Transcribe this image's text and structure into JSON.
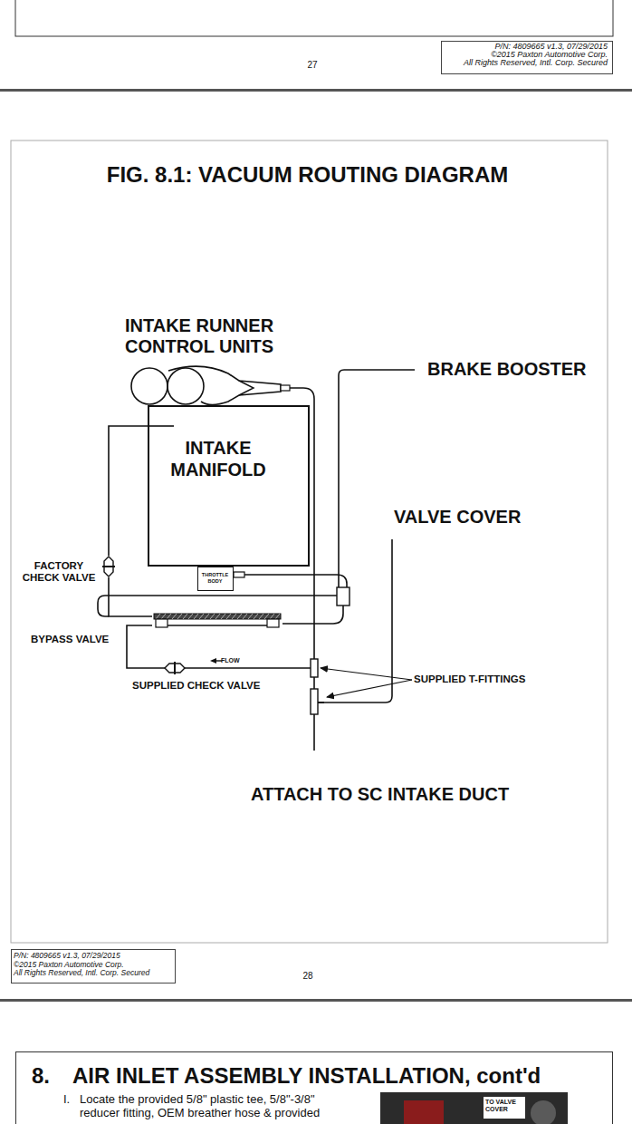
{
  "diagram": {
    "title": "FIG. 8.1: VACUUM ROUTING DIAGRAM",
    "nodes": [
      {
        "text": [
          "P/N: 4809665 v1.3, 07/29/2015",
          "©2015 Paxton Automotive Corp.",
          "All Rights Reserved, Intl. Corp. Secured"
        ]
      },
      {
        "text": [
          "INTAKE RUNNER CONTROL UNITS"
        ]
      },
      {
        "text": [
          "INTAKE MANIFOLD"
        ]
      },
      {
        "text": [
          "THROTTLE BODY"
        ]
      },
      {
        "text": [
          "FACTORY CHECK VALVE"
        ]
      },
      {
        "text": [
          "BYPASS VALVE"
        ]
      },
      {
        "text": [
          "SUPPLIED CHECK VALVE"
        ]
      },
      {
        "text": [
          "P/N: 4809665 v1.3, 07/29/2015",
          "©2015 Paxton Automotive Corp.",
          "All Rights Reserved, Intl. Corp. Secured"
        ]
      },
      {
        "text": [
          "8.",
          "AIR INLET ASSEMBLY INSTALLATION, cont'd",
          "I.",
          "Locate the provided 5/8\" plastic tee, 5/8\"-3/8\" reducer fitting, OEM breather hose & provided"
        ]
      }
    ],
    "edges": [
      {
        "from": 2,
        "to": 4,
        "arrow": "none"
      },
      {
        "from": 4,
        "to": 5,
        "arrow": "none"
      },
      {
        "from": 5,
        "to": 6,
        "arrow": "none"
      }
    ],
    "labels": [
      "27",
      "BRAKE BOOSTER",
      "VALVE COVER",
      "FLOW",
      "SUPPLIED T-FITTINGS",
      "ATTACH TO SC INTAKE DUCT",
      "28",
      "TO VALVE COVER"
    ]
  }
}
